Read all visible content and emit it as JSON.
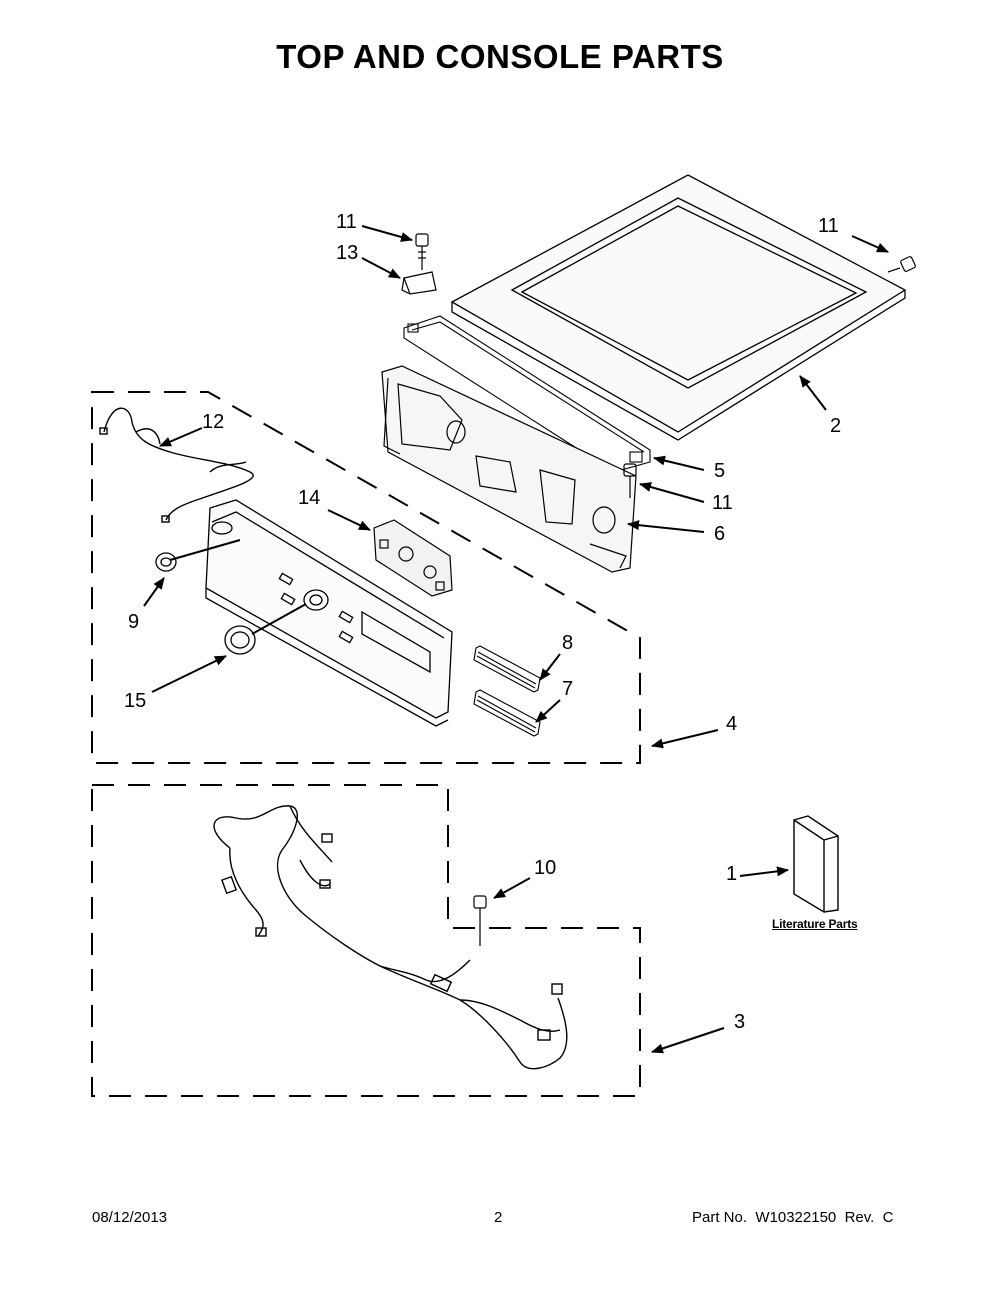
{
  "title": "TOP AND CONSOLE PARTS",
  "callouts": {
    "c1": "1",
    "c2": "2",
    "c3": "3",
    "c4": "4",
    "c5": "5",
    "c6": "6",
    "c7": "7",
    "c8": "8",
    "c9": "9",
    "c10": "10",
    "c11a": "11",
    "c11b": "11",
    "c11c": "11",
    "c12": "12",
    "c13": "13",
    "c14": "14",
    "c15": "15"
  },
  "literature_label": "Literature Parts",
  "footer": {
    "date": "08/12/2013",
    "page": "2",
    "part_number": "Part No.  W10322150  Rev.  C"
  }
}
